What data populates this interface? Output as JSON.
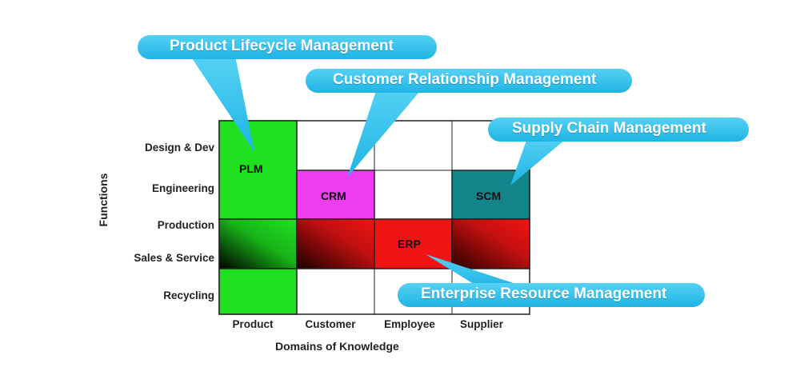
{
  "diagram": {
    "functions_axis_title": "Functions",
    "domains_axis_title": "Domains of Knowledge",
    "rows": [
      "Design & Dev",
      "Engineering",
      "Production",
      "Sales & Service",
      "Recycling"
    ],
    "columns": [
      "Product",
      "Customer",
      "Employee",
      "Supplier"
    ],
    "blocks": {
      "plm": "PLM",
      "crm": "CRM",
      "scm": "SCM",
      "erp": "ERP"
    },
    "callouts": {
      "plm": "Product Lifecycle Management",
      "crm": "Customer Relationship Management",
      "scm": "Supply Chain  Management",
      "erp": "Enterprise Resource Management"
    },
    "colors": {
      "plm": "#1fe01f",
      "crm": "#ee3df0",
      "scm": "#13858a",
      "erp": "#f21414",
      "callout": "#2fc0ea"
    }
  }
}
